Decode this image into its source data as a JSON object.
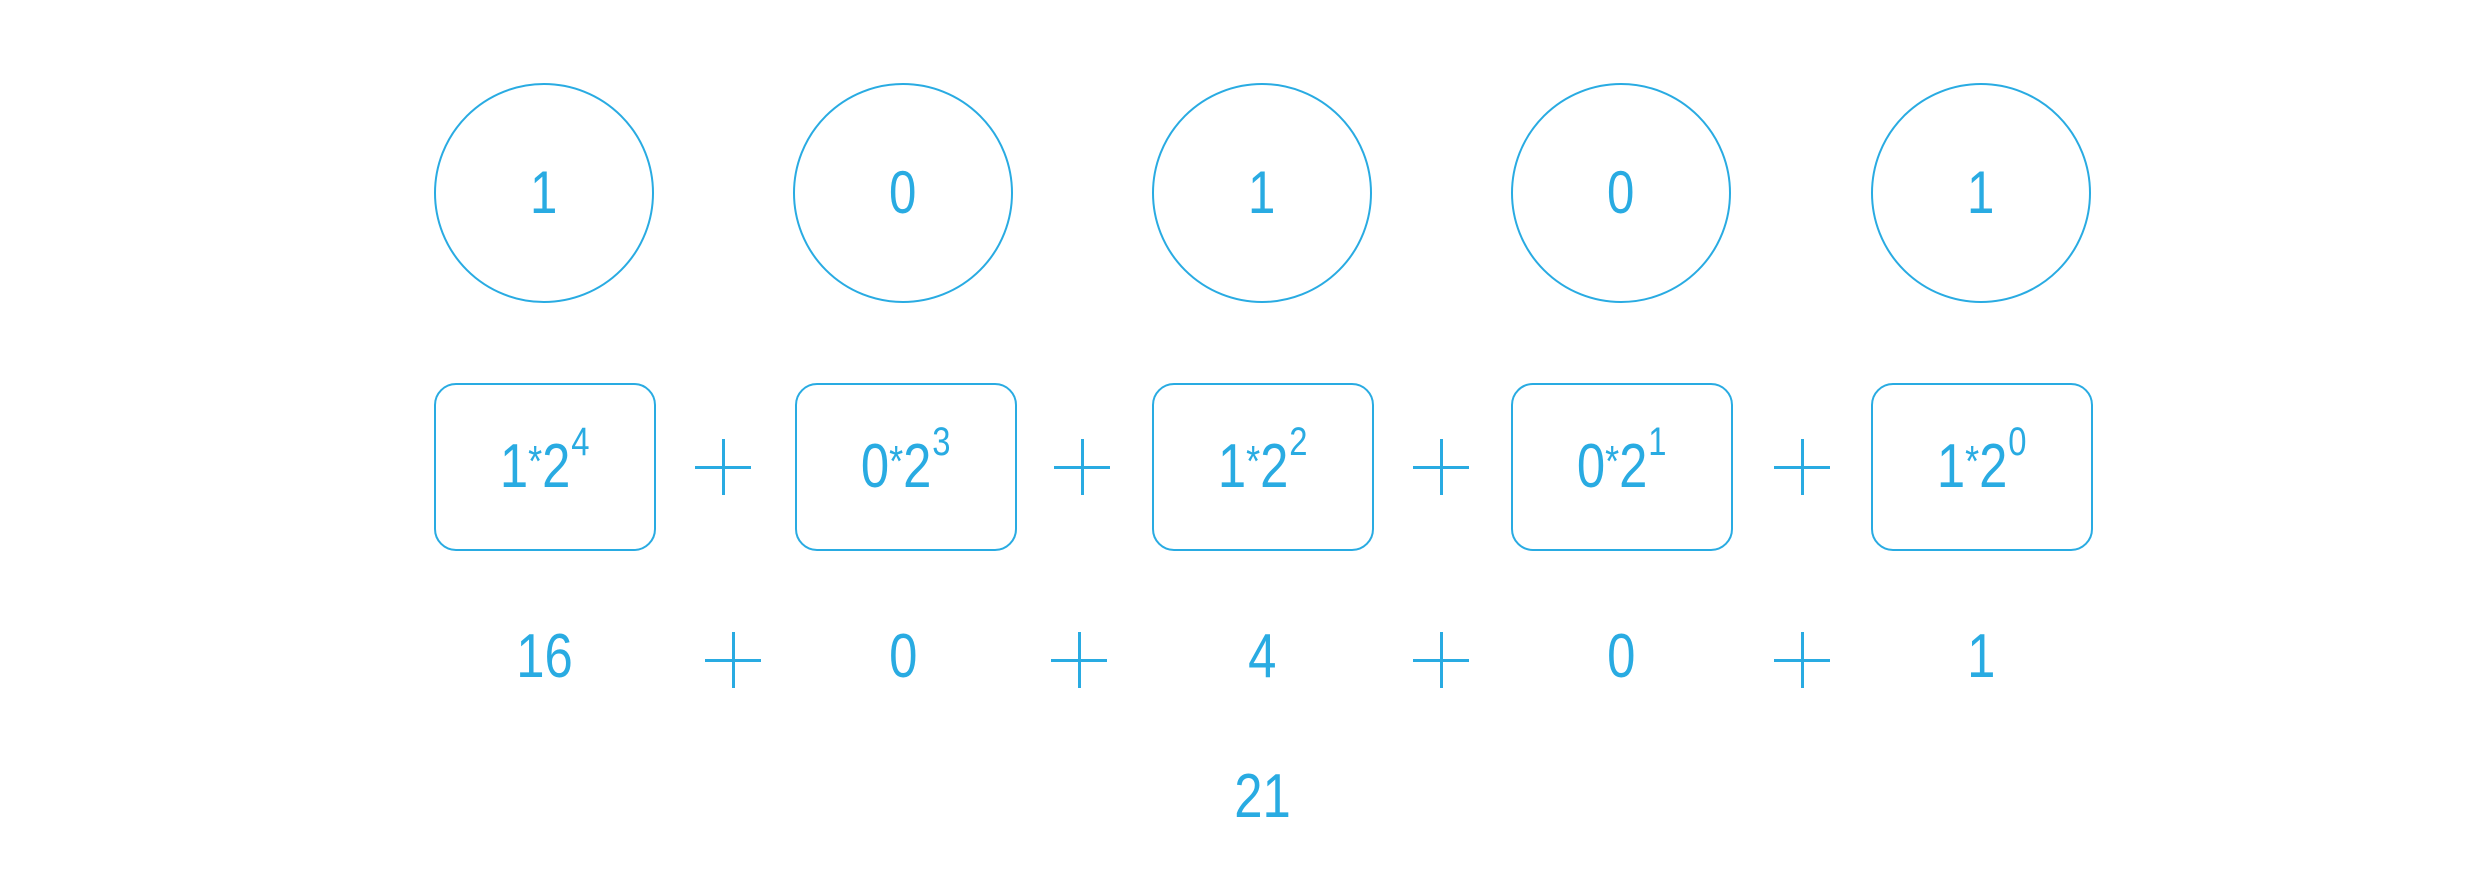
{
  "bits": [
    {
      "digit": "1",
      "coef": "1",
      "exp": "4",
      "value": "16"
    },
    {
      "digit": "0",
      "coef": "0",
      "exp": "3",
      "value": "0"
    },
    {
      "digit": "1",
      "coef": "1",
      "exp": "2",
      "value": "4"
    },
    {
      "digit": "0",
      "coef": "0",
      "exp": "1",
      "value": "0"
    },
    {
      "digit": "1",
      "coef": "1",
      "exp": "0",
      "value": "1"
    }
  ],
  "operators": {
    "multiply": "*",
    "base": "2",
    "plus": "+"
  },
  "total": "21",
  "colors": {
    "accent": "#29abe2",
    "background": "#ffffff"
  }
}
